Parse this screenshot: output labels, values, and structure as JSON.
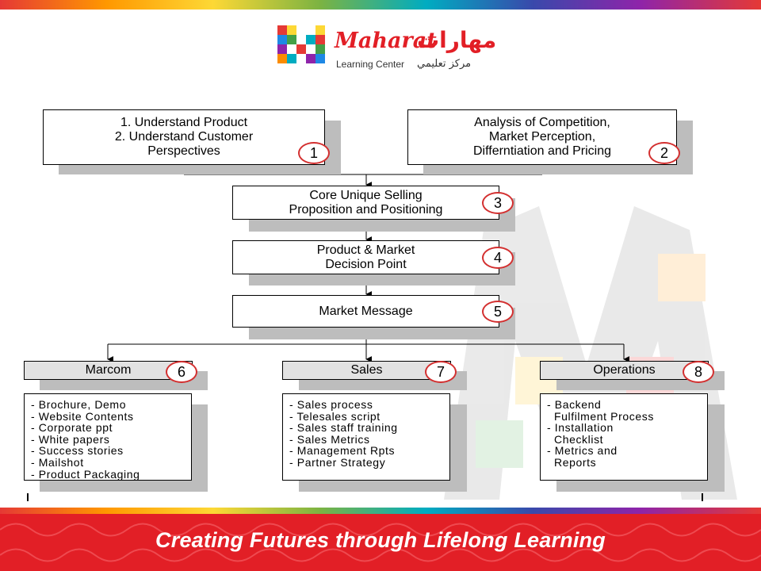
{
  "logo": {
    "name_en": "Maharat",
    "name_ar": "مهارات",
    "subtitle_en": "Learning Center",
    "subtitle_ar": "مركز تعليمي"
  },
  "boxes": [
    {
      "number": "1",
      "lines": [
        "1. Understand Product",
        "2. Understand Customer",
        "Perspectives"
      ]
    },
    {
      "number": "2",
      "lines": [
        "Analysis of Competition,",
        "Market Perception,",
        "Differntiation and Pricing"
      ]
    },
    {
      "number": "3",
      "lines": [
        "Core Unique Selling",
        "Proposition and Positioning"
      ]
    },
    {
      "number": "4",
      "lines": [
        "Product & Market",
        "Decision Point"
      ]
    },
    {
      "number": "5",
      "lines": [
        "Market Message"
      ]
    }
  ],
  "columns": [
    {
      "number": "6",
      "title": "Marcom",
      "items": [
        "- Brochure, Demo",
        "- Website Contents",
        "- Corporate ppt",
        "- White papers",
        "- Success stories",
        "- Mailshot",
        "- Product Packaging"
      ]
    },
    {
      "number": "7",
      "title": "Sales",
      "items": [
        "- Sales process",
        "- Telesales script",
        "- Sales staff training",
        "- Sales Metrics",
        "- Management Rpts",
        "- Partner Strategy"
      ]
    },
    {
      "number": "8",
      "title": "Operations",
      "items": [
        "- Backend",
        "  Fulfilment Process",
        "- Installation",
        "  Checklist",
        "- Metrics and",
        "  Reports"
      ]
    }
  ],
  "footer": {
    "tagline": "Creating Futures through Lifelong Learning"
  }
}
